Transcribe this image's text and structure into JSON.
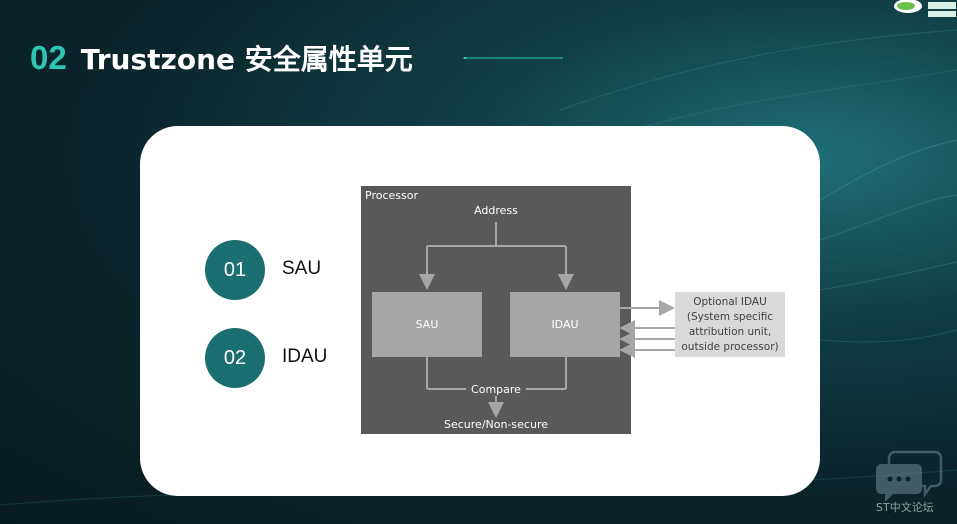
{
  "header": {
    "number": "02",
    "title": "Trustzone 安全属性单元"
  },
  "items": [
    {
      "number": "01",
      "label": "SAU"
    },
    {
      "number": "02",
      "label": "IDAU"
    }
  ],
  "diagram": {
    "processor_label": "Processor",
    "address_label": "Address",
    "sau_label": "SAU",
    "idau_label": "IDAU",
    "compare_label": "Compare",
    "output_label": "Secure/Non-secure",
    "external_idau_lines": [
      "Optional IDAU",
      "(System specific",
      "attribution unit,",
      "outside processor)"
    ]
  },
  "watermark": {
    "text": "ST中文论坛"
  },
  "colors": {
    "accent": "#2ec4b6",
    "bullet": "#1b6e72",
    "processor_bg": "#595959",
    "unit_bg": "#a6a6a6",
    "external_bg": "#d9d9d9"
  }
}
